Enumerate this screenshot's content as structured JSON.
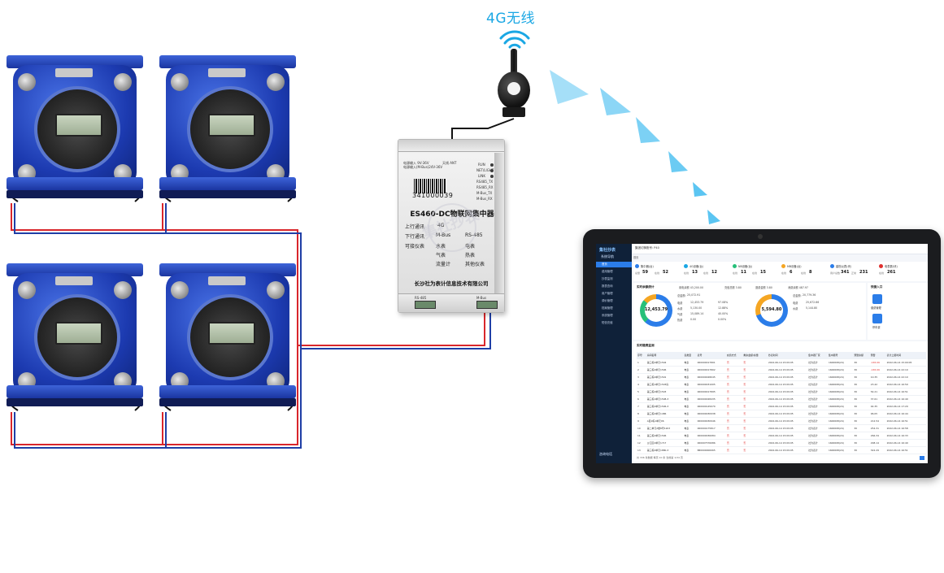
{
  "wireless_label": "4G无线",
  "concentrator": {
    "model_title": "ES460-DC物联网集中器",
    "serial": "341000039",
    "company": "长沙社为表计信息技术有限公司",
    "uplink_label": "上行通讯",
    "uplink_option": "4G",
    "downlink_label": "下行通讯",
    "downlink_options": [
      "M-Bus",
      "RS-485"
    ],
    "meter_label": "可接仪表",
    "meter_options": [
      "水表",
      "电表",
      "气表",
      "热表",
      "流量计",
      "其他仪表"
    ],
    "top_ports": [
      "电源输入 9V-36V",
      "电源输入(M-Bus)24V-36V",
      "天线 ANT"
    ],
    "leds": [
      "RUN",
      "NET/LIGHT",
      "LINK",
      "RS485_TX",
      "RS485_RX",
      "M-Bus_TX",
      "M-Bus_RX"
    ],
    "bottom_ports": [
      "RS-485",
      "M-Bus"
    ]
  },
  "watermark": "集社抄表",
  "dashboard": {
    "logo": "集社抄表",
    "nav_header": "系统导航",
    "nav_items": [
      "首页",
      "费用管理",
      "抄表监测",
      "报表查询",
      "用户管理",
      "调价管理",
      "档案管理",
      "系统管理",
      "短信充值"
    ],
    "nav_footer": "咨询电话",
    "breadcrumb": "集团切换账号: P40",
    "tab": "首页",
    "stat_cards": [
      {
        "title": "集中器(台)",
        "k1": "总量",
        "v1": "59",
        "k2": "在线",
        "v2": "52",
        "color": "#2b7de9"
      },
      {
        "title": "4G设备(台)",
        "k1": "在线",
        "v1": "13",
        "k2": "在线",
        "v2": "12",
        "color": "#1aa7e4"
      },
      {
        "title": "NB设备(台)",
        "k1": "在线",
        "v1": "11",
        "k2": "在线",
        "v2": "15",
        "color": "#27c07a"
      },
      {
        "title": "MB设备(台)",
        "k1": "在线",
        "v1": "6",
        "k2": "在线",
        "v2": "8",
        "color": "#f5a623"
      },
      {
        "title": "建档仪表(块)",
        "k1": "用户总数",
        "v1": "341",
        "k2": "正常",
        "v2": "231",
        "color": "#2b7de9"
      },
      {
        "title": "电表数(块)",
        "k1": "在线",
        "v1": "261",
        "k2": "",
        "v2": "",
        "color": "#e0302f"
      }
    ],
    "balance_panel": {
      "title": "实时余额统计",
      "legend": [
        "用电余额 43,200.00",
        "充值总额 3.80",
        "退费金额 3.80",
        "消费余额 487.97"
      ],
      "left_total_label": "总金额:",
      "left_total": "25,072.91",
      "left_value": "12,453.79",
      "left_rows": [
        [
          "电费",
          "12,453.79",
          "97.08%"
        ],
        [
          "水费",
          "5,130.00",
          "12.88%"
        ],
        [
          "气费",
          "15,089.14",
          "40.00%"
        ],
        [
          "热费",
          "0.00",
          "0.00%"
        ]
      ],
      "right_total_label": "总金额:",
      "right_total": "20,779.36",
      "right_value": "5,594.80",
      "right_rows": [
        [
          "电费",
          "25,672.66"
        ],
        [
          "水费",
          "5,144.80"
        ]
      ]
    },
    "quick_panel": {
      "title": "快捷入口",
      "items": [
        "缴费管理",
        "停车费"
      ]
    },
    "table": {
      "title": "实时缴费监测",
      "headers": [
        "序号",
        "房间名称",
        "表类型",
        "表号",
        "充值方式",
        "剩余金额/余量",
        "抄表时间",
        "集中器厂家",
        "集中器号",
        "预警余额",
        "预警",
        "表计上报时间"
      ],
      "rows": [
        [
          "1",
          "第三栋2单元1504",
          "电表",
          "000000017801",
          "否",
          "否",
          "2022-06-14 15:09:05",
          "社为表计",
          "1600008(24)",
          "30",
          "-165.06",
          "2022-06-14 15:09:05"
        ],
        [
          "2",
          "第三栋2单元1506",
          "电表",
          "000000017802",
          "否",
          "否",
          "2022-06-14 15:09:05",
          "社为表计",
          "1600008(24)",
          "30",
          "-165.06",
          "2022-06-14 22:10"
        ],
        [
          "3",
          "第三栋2单元1501",
          "电表",
          "000000028045",
          "否",
          "否",
          "2022-06-14 15:09:05",
          "社为表计",
          "1600008(24)",
          "30",
          "10.35",
          "2022-06-14 22:10"
        ],
        [
          "4",
          "第三栋1单元1503房",
          "电表",
          "000000031005",
          "否",
          "否",
          "2022-06-14 15:09:05",
          "社为表计",
          "1600008(24)",
          "30",
          "23.42",
          "2022-06-14 16:59"
        ],
        [
          "5",
          "第三栋2单元1503",
          "电表",
          "000000017895",
          "否",
          "否",
          "2022-06-14 15:09:05",
          "社为表计",
          "1600008(24)",
          "30",
          "54.21",
          "2022-06-14 16:51"
        ],
        [
          "6",
          "第三栋1单元1508-3",
          "电表",
          "000000028435",
          "否",
          "否",
          "2022-06-14 15:09:05",
          "社为表计",
          "1600008(24)",
          "30",
          "37.61",
          "2022-06-14 16:49"
        ],
        [
          "7",
          "第三栋2单元1506-3",
          "电表",
          "000000145070",
          "否",
          "否",
          "2022-06-14 15:09:05",
          "社为表计",
          "1600008(24)",
          "30",
          "92.35",
          "2022-06-14 17:29"
        ],
        [
          "8",
          "第三栋2单元1486",
          "电表",
          "000000030938",
          "否",
          "否",
          "2022-06-14 15:09:05",
          "社为表计",
          "1600008(24)",
          "30",
          "96.05",
          "2022-06-14 16:44"
        ],
        [
          "9",
          "A区2栋1单元06",
          "电表",
          "000000030946",
          "否",
          "否",
          "2022-06-14 15:09:05",
          "社为表计",
          "1600008(24)",
          "30",
          "212.54",
          "2022-06-14 16:51"
        ],
        [
          "10",
          "第二单元2楼8号1203",
          "电表",
          "000000175817",
          "否",
          "否",
          "2022-06-14 15:09:05",
          "社为表计",
          "1600008(24)",
          "30",
          "254.31",
          "2022-06-14 16:58"
        ],
        [
          "11",
          "第三栋2单元1506",
          "电表",
          "000000036084",
          "否",
          "否",
          "2022-06-14 15:09:05",
          "社为表计",
          "1600008(24)",
          "30",
          "266.34",
          "2022-06-14 16:33"
        ],
        [
          "12",
          "沙江区2单元1717",
          "电表",
          "000007576086",
          "否",
          "否",
          "2022-06-14 15:09:05",
          "社为表计",
          "1600008(24)",
          "30",
          "298.14",
          "2022-06-14 16:49"
        ],
        [
          "13",
          "第三栋2单元1880-3",
          "电表",
          "880000000065",
          "否",
          "否",
          "2022-06-14 15:09:05",
          "社为表计",
          "1600008(24)",
          "30",
          "322.29",
          "2022-06-14 16:51"
        ]
      ],
      "footer": "共 336 条数据   每页 10 条   当前第 1/34 页"
    }
  }
}
